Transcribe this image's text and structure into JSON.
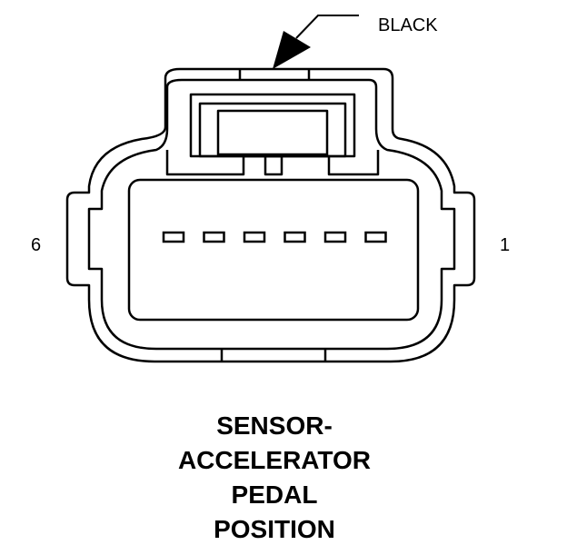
{
  "connector": {
    "color_label": "BLACK",
    "pin_left_label": "6",
    "pin_right_label": "1",
    "cavity_count": 6
  },
  "caption": {
    "lines": [
      "SENSOR-",
      "ACCELERATOR",
      "PEDAL",
      "POSITION"
    ]
  }
}
